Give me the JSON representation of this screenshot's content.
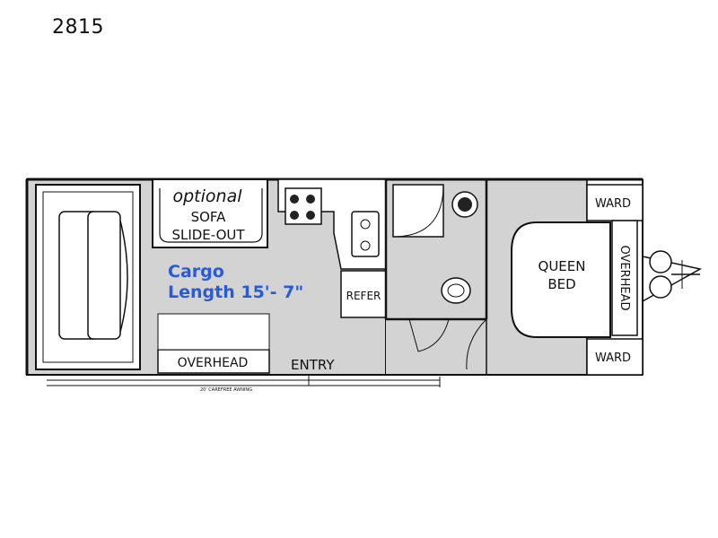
{
  "model_number": "2815",
  "labels": {
    "optional": "optional",
    "sofa": "SOFA",
    "slide_out": "SLIDE-OUT",
    "cargo": "Cargo",
    "cargo_length": "Length 15'- 7\"",
    "refer": "REFER",
    "overhead_rear": "OVERHEAD",
    "entry": "ENTRY",
    "queen": "QUEEN",
    "bed": "BED",
    "overhead_front": "OVERHEAD",
    "ward_top": "WARD",
    "ward_bottom": "WARD",
    "awning": "20' CAREFREE AWNING"
  },
  "colors": {
    "floor": "#d3d3d3",
    "wall": "#111111",
    "cargo_text": "#2a5bd7",
    "fixture": "#ffffff"
  }
}
